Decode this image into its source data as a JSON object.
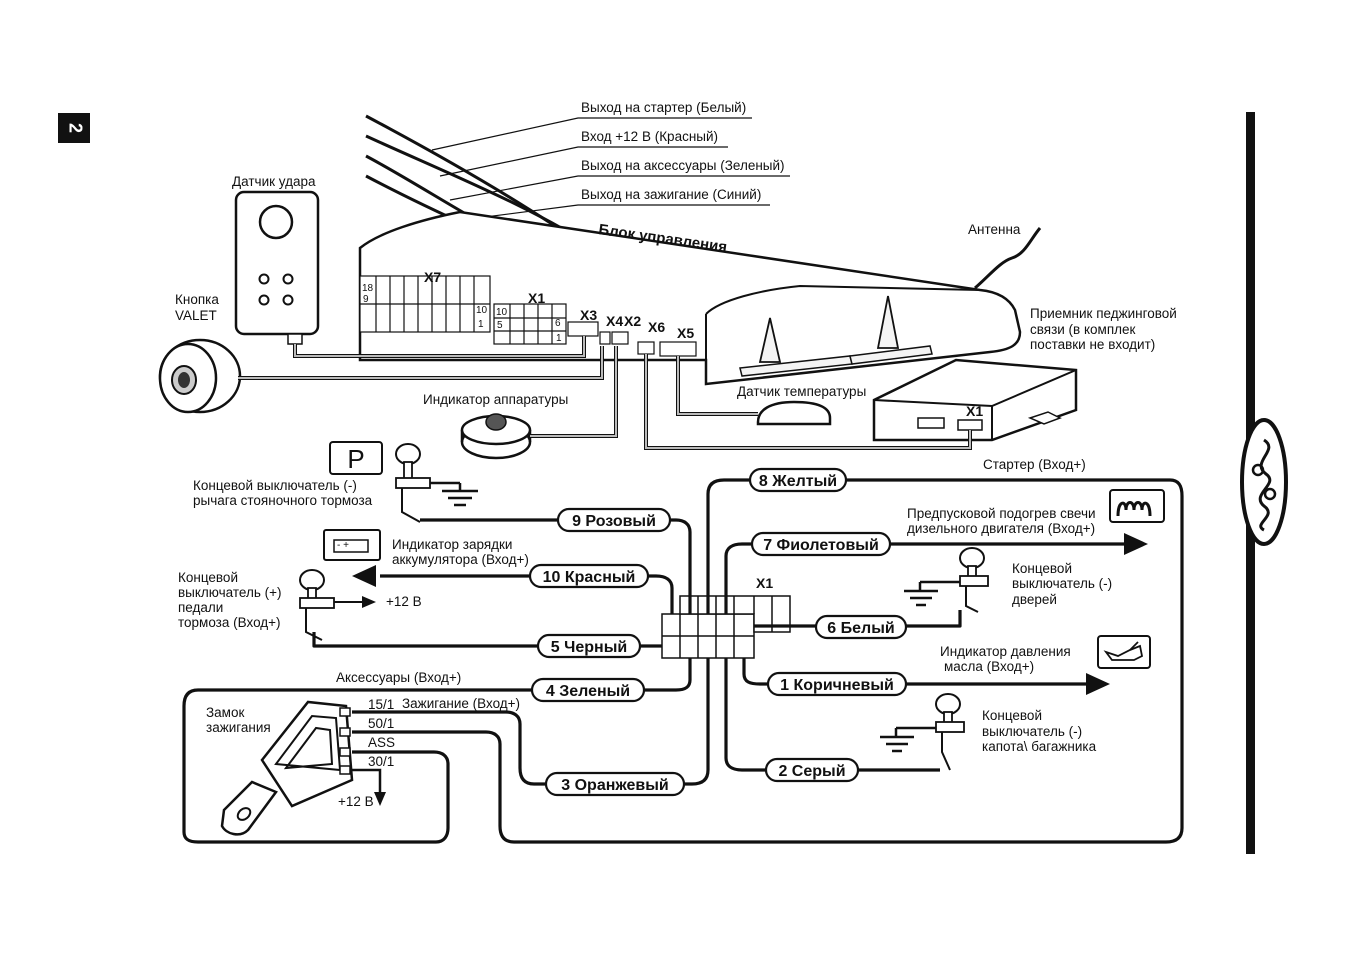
{
  "page": {
    "number": "2"
  },
  "labels": {
    "starter_out": "Выход на стартер (Белый)",
    "plus12_in": "Вход +12 В (Красный)",
    "accessories_out": "Выход на аксессуары (Зеленый)",
    "ignition_out": "Выход на зажигание (Синий)",
    "control_unit": "Блок управления",
    "antenna": "Антенна",
    "shock_sensor": "Датчик удара",
    "valet_button_1": "Кнопка",
    "valet_button_2": "VALET",
    "pager_1": "Приемник педжинговой",
    "pager_2": "связи (в комплек",
    "pager_3": "поставки не входит)",
    "temp_sensor": "Датчик температуры",
    "indicator": "Индикатор аппаратуры",
    "parking_switch_1": "Концевой выключатель (-)",
    "parking_switch_2": "рычага стояночного тормоза",
    "battery_ind_1": "Индикатор зарядки",
    "battery_ind_2": "аккумулятора (Вход+)",
    "brake_switch_1": "Концевой",
    "brake_switch_2": "выключатель (+)",
    "brake_switch_3": "педали",
    "brake_switch_4": "тормоза (Вход+)",
    "plus12": "+12 В",
    "plus12_key": "+12 В",
    "accessories_in": "Аксессуары (Вход+)",
    "ignition_lock_1": "Замок",
    "ignition_lock_2": "зажигания",
    "ignition_in": "Зажигание (Вход+)",
    "starter_in": "Стартер (Вход+)",
    "preheat_1": "Предпусковой подогрев свечи",
    "preheat_2": "дизельного двигателя (Вход+)",
    "door_switch_1": "Концевой",
    "door_switch_2": "выключатель (-)",
    "door_switch_3": "дверей",
    "oil_pressure_1": "Индикатор давления",
    "oil_pressure_2": "масла (Вход+)",
    "hood_switch_1": "Концевой",
    "hood_switch_2": "выключатель (-)",
    "hood_switch_3": "капота\\ багажника",
    "parking_sign": "P"
  },
  "connectors": {
    "x1": "X1",
    "x2": "X2",
    "x3": "X3",
    "x4": "X4",
    "x5": "X5",
    "x6": "X6",
    "x7": "X7",
    "x1_receiver": "X1",
    "x1_harness": "X1"
  },
  "pins": {
    "x7_18": "18",
    "x7_9": "9",
    "x7_10": "10",
    "x7_1": "1",
    "x1_10": "10",
    "x1_5": "5",
    "x1_6": "6",
    "x1_1": "1"
  },
  "ignition_terminals": {
    "t15": "15/1",
    "t50": "50/1",
    "tass": "ASS",
    "t30": "30/1"
  },
  "wires": {
    "w1": "1 Коричневый",
    "w2": "2 Серый",
    "w3": "3 Оранжевый",
    "w4": "4 Зеленый",
    "w5": "5 Черный",
    "w6": "6 Белый",
    "w7": "7 Фиолетовый",
    "w8": "8 Желтый",
    "w9": "9 Розовый",
    "w10": "10 Красный"
  },
  "colors": {
    "ink": "#111111",
    "cable_gray": "#888888",
    "fill_light": "#f4f4f4"
  }
}
